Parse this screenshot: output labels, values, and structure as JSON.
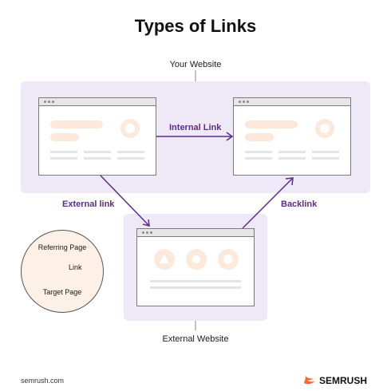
{
  "title": "Types of Links",
  "labels": {
    "your_website": "Your Website",
    "external_website": "External Website",
    "internal_link": "Internal Link",
    "external_link": "External link",
    "backlink": "Backlink"
  },
  "legend": {
    "referring_page": "Referring Page",
    "link": "Link",
    "target_page": "Target Page"
  },
  "footer": {
    "site": "semrush.com",
    "brand": "SEMRUSH"
  },
  "colors": {
    "zone": "#efe8f7",
    "arrow": "#5b2d8e",
    "accent": "#fde9dc",
    "brand": "#ff642d"
  }
}
